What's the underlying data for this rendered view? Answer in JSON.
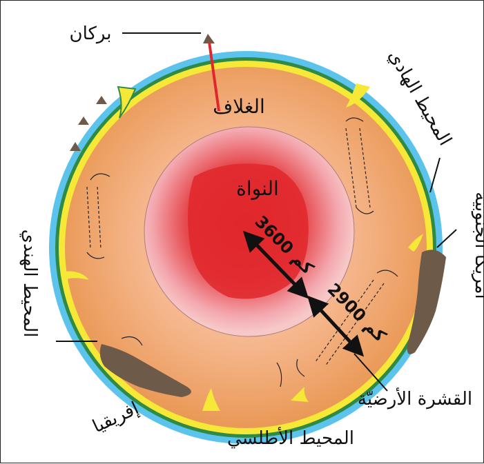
{
  "labels": {
    "volcano": "بركان",
    "pacific_ocean": "المحيط الهادي",
    "mantle": "الغلاف",
    "core": "النواة",
    "distance_core": "3600 كم",
    "distance_mantle": "2900 كم",
    "south_america": "أمريكا الجنوبية",
    "indian_ocean": "المحيط الهندي",
    "africa": "إفريقيا",
    "crust": "القشرة الأرضيّة",
    "atlantic_ocean": "المحيط الأطلسي"
  },
  "colors": {
    "ocean": "#5bc3ec",
    "crust": "#f5e837",
    "mantle_edge": "#e8a05a",
    "mantle_inner": "#f7c9a0",
    "core": "#e2262a",
    "continent": "#6e5a49",
    "lithosphere_line": "#2f8a46"
  }
}
